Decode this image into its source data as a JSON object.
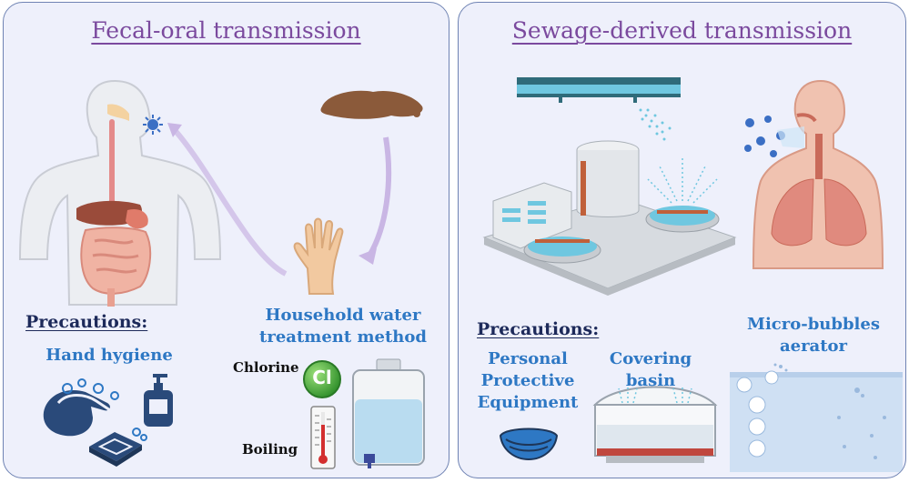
{
  "left_panel": {
    "title": "Fecal-oral transmission",
    "precautions_label": "Precautions:",
    "hand_hygiene_label": "Hand hygiene",
    "water_treatment_label_line1": "Household water",
    "water_treatment_label_line2": "treatment method",
    "chlorine_label": "Chlorine",
    "chlorine_symbol": "Cl",
    "boiling_label": "Boiling"
  },
  "right_panel": {
    "title": "Sewage-derived transmission",
    "precautions_label": "Precautions:",
    "ppe_label_line1": "Personal",
    "ppe_label_line2": "Protective",
    "ppe_label_line3": "Equipment",
    "covering_basin_label": "Covering basin",
    "aerator_label_line1": "Micro-bubbles",
    "aerator_label_line2": "aerator"
  },
  "colors": {
    "title": "#7b4a9e",
    "precaution_heading": "#1d2a5a",
    "method_label": "#2e78c4",
    "panel_border": "#6f83b3",
    "panel_fill": "#eef0fb",
    "arrow": "#c9b6e4"
  },
  "icons": [
    "human-digestive-icon",
    "virus-icon",
    "feces-icon",
    "hand-icon",
    "handwashing-icon",
    "soap-dispenser-icon",
    "soap-bar-icon",
    "chlorine-icon",
    "thermometer-icon",
    "water-container-icon",
    "treatment-plant-icon",
    "human-respiratory-icon",
    "mask-icon",
    "covered-basin-icon",
    "aerator-tank-icon"
  ]
}
